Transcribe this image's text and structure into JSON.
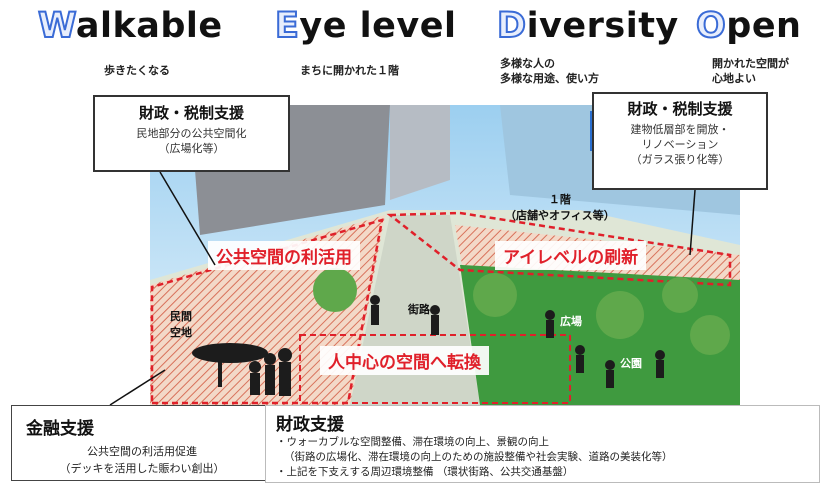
{
  "headings": [
    {
      "initial": "W",
      "rest": "alkable",
      "sub": [
        "歩きたくなる"
      ]
    },
    {
      "initial": "E",
      "rest": "ye level",
      "sub": [
        "まちに開かれた１階"
      ]
    },
    {
      "initial": "D",
      "rest": "iversity",
      "sub": [
        "多様な人の",
        "多様な用途、使い方"
      ]
    },
    {
      "initial": "O",
      "rest": "pen",
      "sub": [
        "開かれた空間が",
        "心地よい"
      ]
    }
  ],
  "support_left": {
    "title": "財政・税制支援",
    "lines": [
      "民地部分の公共空間化",
      "（広場化等）"
    ]
  },
  "support_right": {
    "title": "財政・税制支援",
    "lines": [
      "建物低層部を開放・",
      "リノベーション",
      "（ガラス張り化等）"
    ]
  },
  "scene_labels": {
    "public_space_use": "公共空間の利活用",
    "eye_level_renewal": "アイレベルの刷新",
    "people_centered": "人中心の空間へ転換",
    "first_floor": [
      "１階",
      "（店舗やオフィス等）"
    ],
    "street": "街路",
    "private_land": [
      "民間",
      "空地"
    ],
    "plaza": "広場",
    "park": "公園"
  },
  "finance_box": {
    "title": "金融支援",
    "lines": [
      "公共空間の利活用促進",
      "（デッキを活用した賑わい創出）"
    ]
  },
  "fiscal_box": {
    "title": "財政支援",
    "lines": [
      "・ウォーカブルな空間整備、滞在環境の向上、景観の向上",
      "（街路の広場化、滞在環境の向上のための施設整備や社会実験、道路の美装化等）",
      "・上記を下支えする周辺環境整備 （環状街路、公共交通基盤）"
    ]
  },
  "colors": {
    "accent_red": "#e0202a",
    "heading_blue": "#3a6bd6",
    "sky": "#b9dcf2",
    "grass": "#3f9a3f",
    "road": "#cfd6c8"
  }
}
